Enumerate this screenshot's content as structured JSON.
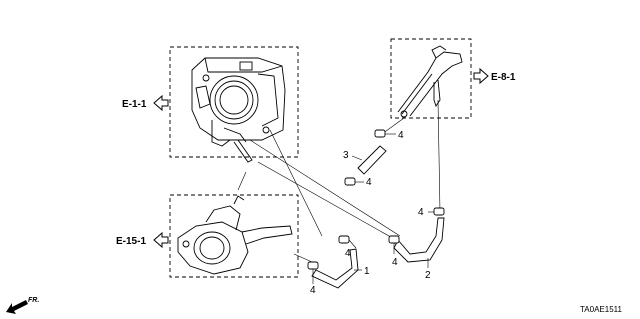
{
  "references": {
    "e_1_1": "E-1-1",
    "e_8_1": "E-8-1",
    "e_15_1": "E-15-1"
  },
  "callouts": {
    "part_1": "1",
    "part_2": "2",
    "part_3": "3",
    "clip_a": "4",
    "clip_b": "4",
    "clip_c": "4",
    "clip_d": "4",
    "clip_e": "4",
    "clip_f": "4"
  },
  "direction": "FR.",
  "diagram_code": "TA0AE1511",
  "colors": {
    "line": "#000000",
    "background": "#ffffff"
  },
  "icons": [
    "fr-arrow-icon",
    "reference-arrow-icon"
  ]
}
